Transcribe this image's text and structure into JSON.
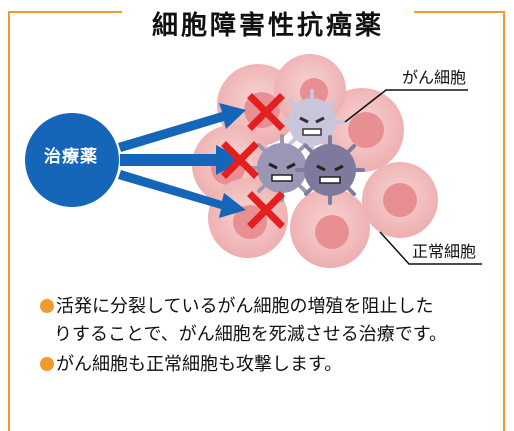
{
  "title": "細胞障害性抗癌薬",
  "drug_label": "治療薬",
  "labels": {
    "cancer": "がん細胞",
    "normal": "正常細胞"
  },
  "bullets": [
    {
      "line1": "活発に分裂しているがん細胞の増殖を阻止した",
      "line2": "りすることで、がん細胞を死滅させる治療です。"
    },
    {
      "line1": "がん細胞も正常細胞も攻撃します。"
    }
  ],
  "colors": {
    "frame": "#f39a2e",
    "drug": "#1565b8",
    "cross": "#e41f1f",
    "cell": "#f4c7c5",
    "nucleus": "#e88f93",
    "cancer_cell": "#8a87a8"
  }
}
